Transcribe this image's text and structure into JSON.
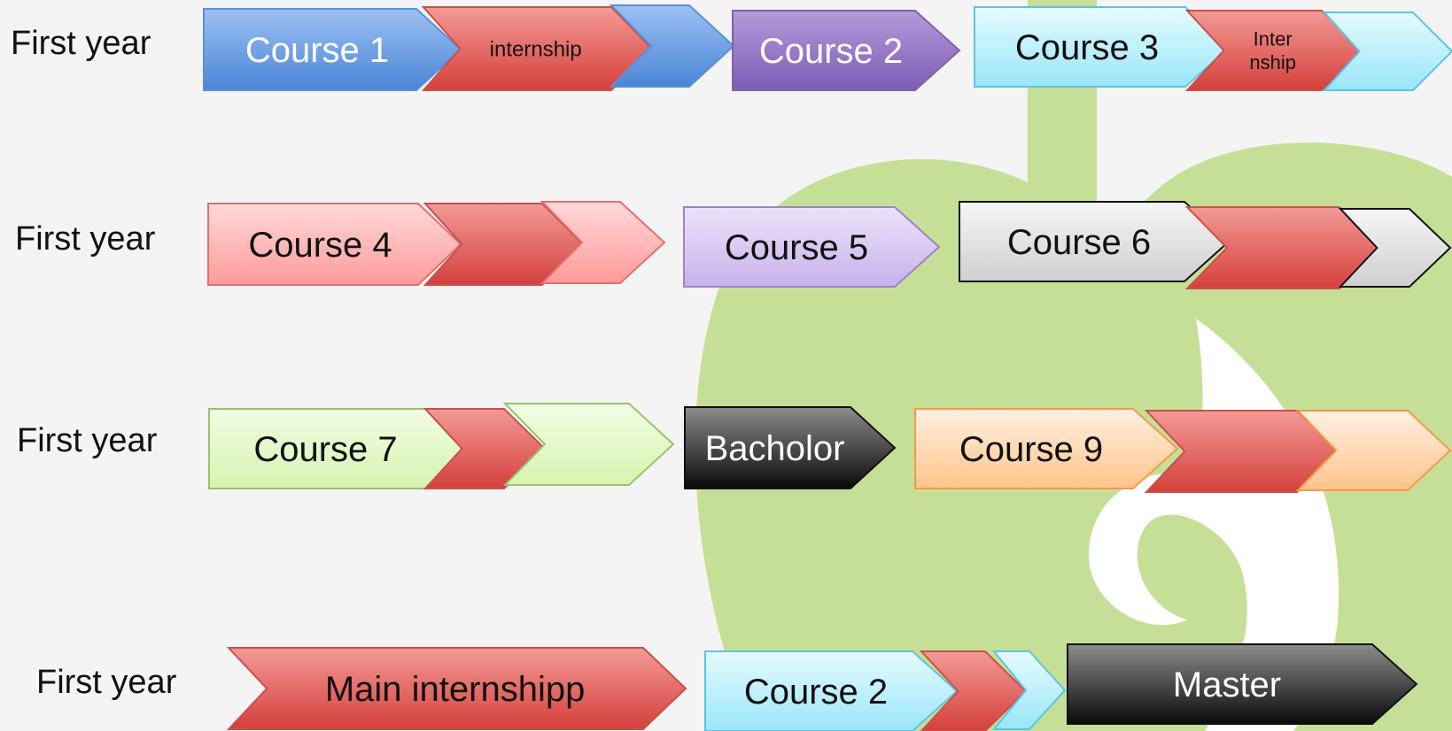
{
  "rows": [
    {
      "label": "First year",
      "chevrons": [
        {
          "text": "Course 1",
          "kind": "course",
          "fill": "blue"
        },
        {
          "text": "internship",
          "kind": "internship",
          "fill": "red"
        },
        {
          "text": "",
          "kind": "tail",
          "fill": "blue"
        },
        {
          "text": "Course 2",
          "kind": "course",
          "fill": "purple"
        },
        {
          "text": "Course 3",
          "kind": "course",
          "fill": "cyan"
        },
        {
          "text": "Inter\nnship",
          "kind": "internship",
          "fill": "red"
        },
        {
          "text": "",
          "kind": "tail",
          "fill": "cyan"
        }
      ]
    },
    {
      "label": "First year",
      "chevrons": [
        {
          "text": "Course 4",
          "kind": "course",
          "fill": "pink"
        },
        {
          "text": "",
          "kind": "internship",
          "fill": "red"
        },
        {
          "text": "",
          "kind": "tail",
          "fill": "pink"
        },
        {
          "text": "Course 5",
          "kind": "course",
          "fill": "lavender"
        },
        {
          "text": "Course 6",
          "kind": "course",
          "fill": "gray"
        },
        {
          "text": "",
          "kind": "internship",
          "fill": "red"
        },
        {
          "text": "",
          "kind": "tail",
          "fill": "gray"
        }
      ]
    },
    {
      "label": "First year",
      "chevrons": [
        {
          "text": "Course 7",
          "kind": "course",
          "fill": "lime"
        },
        {
          "text": "",
          "kind": "internship",
          "fill": "red"
        },
        {
          "text": "",
          "kind": "tail",
          "fill": "lime"
        },
        {
          "text": "Bacholor",
          "kind": "degree",
          "fill": "black"
        },
        {
          "text": "Course 9",
          "kind": "course",
          "fill": "orange"
        },
        {
          "text": "",
          "kind": "internship",
          "fill": "red"
        },
        {
          "text": "",
          "kind": "tail",
          "fill": "orange"
        }
      ]
    },
    {
      "label": "First year",
      "chevrons": [
        {
          "text": "Main internshipp",
          "kind": "internship",
          "fill": "red"
        },
        {
          "text": "Course 2",
          "kind": "course",
          "fill": "cyan"
        },
        {
          "text": "",
          "kind": "internship",
          "fill": "red"
        },
        {
          "text": "",
          "kind": "tail",
          "fill": "cyan"
        },
        {
          "text": "Master",
          "kind": "degree",
          "fill": "black"
        }
      ]
    }
  ],
  "palette": {
    "blue": {
      "top": "#9cc0f4",
      "bottom": "#4a86d6",
      "stroke": "#5b8fd6",
      "text": "#ffffff"
    },
    "red": {
      "top": "#f49a96",
      "bottom": "#d4403c",
      "stroke": "#c9504c",
      "text": "#111111"
    },
    "purple": {
      "top": "#b49adc",
      "bottom": "#7d5cb4",
      "stroke": "#8064a2",
      "text": "#ffffff"
    },
    "cyan": {
      "top": "#e6fbff",
      "bottom": "#9ae6f8",
      "stroke": "#5bc4e4",
      "text": "#111111"
    },
    "pink": {
      "top": "#ffd9d9",
      "bottom": "#ff9a9a",
      "stroke": "#e07070",
      "text": "#111111"
    },
    "lavender": {
      "top": "#ece2fa",
      "bottom": "#c8b2ea",
      "stroke": "#9c84c8",
      "text": "#111111"
    },
    "gray": {
      "top": "#f6f6f6",
      "bottom": "#cfcfcf",
      "stroke": "#111111",
      "text": "#111111"
    },
    "lime": {
      "top": "#f2fde4",
      "bottom": "#d6f4b0",
      "stroke": "#98c468",
      "text": "#111111"
    },
    "black": {
      "top": "#8c8c8c",
      "bottom": "#0a0a0a",
      "stroke": "#111111",
      "text": "#ffffff"
    },
    "orange": {
      "top": "#fff0e2",
      "bottom": "#ffc48a",
      "stroke": "#f29a4a",
      "text": "#111111"
    }
  },
  "background": {
    "base": "#f4f4f4",
    "apple_green": "#c5e096",
    "apple_highlight": "#ffffff"
  }
}
